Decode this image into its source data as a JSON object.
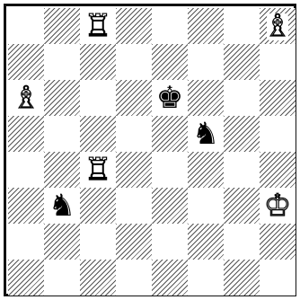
{
  "board": {
    "files": [
      "a",
      "b",
      "c",
      "d",
      "e",
      "f",
      "g",
      "h"
    ],
    "ranks": [
      "8",
      "7",
      "6",
      "5",
      "4",
      "3",
      "2",
      "1"
    ],
    "light_color": "#ffffff",
    "dark_hatch_color": "#555555",
    "frame_color": "#111111"
  },
  "pieces": [
    {
      "square": "c8",
      "color": "white",
      "type": "rook",
      "glyph": "♖",
      "icon": "white-rook-icon"
    },
    {
      "square": "h8",
      "color": "white",
      "type": "bishop",
      "glyph": "♗",
      "icon": "white-bishop-icon"
    },
    {
      "square": "a6",
      "color": "white",
      "type": "bishop",
      "glyph": "♗",
      "icon": "white-bishop-icon"
    },
    {
      "square": "e6",
      "color": "black",
      "type": "king",
      "glyph": "♚",
      "icon": "black-king-icon"
    },
    {
      "square": "f5",
      "color": "black",
      "type": "knight",
      "glyph": "♞",
      "icon": "black-knight-icon"
    },
    {
      "square": "c4",
      "color": "white",
      "type": "rook",
      "glyph": "♖",
      "icon": "white-rook-icon"
    },
    {
      "square": "b3",
      "color": "black",
      "type": "knight",
      "glyph": "♞",
      "icon": "black-knight-icon"
    },
    {
      "square": "h3",
      "color": "white",
      "type": "king",
      "glyph": "♔",
      "icon": "white-king-icon"
    }
  ]
}
